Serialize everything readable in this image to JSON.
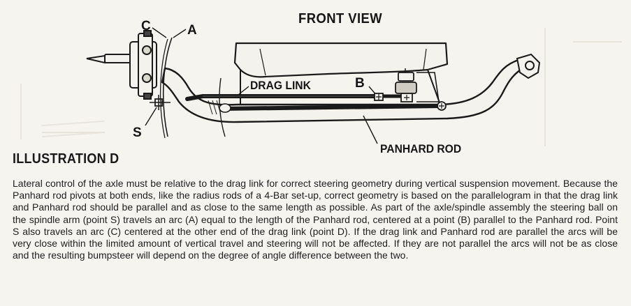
{
  "illustration": {
    "title": "FRONT VIEW",
    "labels": {
      "c": "C",
      "a": "A",
      "s": "S",
      "b": "B",
      "drag_link": "DRAG LINK",
      "panhard_rod": "PANHARD ROD"
    }
  },
  "heading": "ILLUSTRATION D",
  "body": "Lateral control of the axle must be relative to the drag link for correct steering geometry during vertical suspension movement. Because the Panhard rod pivots at both ends, like the radius rods of a 4-Bar set-up, correct geometry is based on the parallelogram in that the drag link and Panhard rod should be parallel and as close to the same length as possible. As part of the axle/spindle assembly the steering ball on the spindle arm (point S) travels an arc (A) equal to the length of the Panhard rod, centered at a point (B) parallel to the Panhard rod. Point S also travels an arc (C) centered at the other end of the drag link (point D). If the drag link and Panhard rod are parallel the arcs will be very close within the limited amount of vertical travel and steering will not be affected. If they are not parallel the arcs will not be as close and the resulting bumpsteer will depend on the degree of angle difference between the two."
}
